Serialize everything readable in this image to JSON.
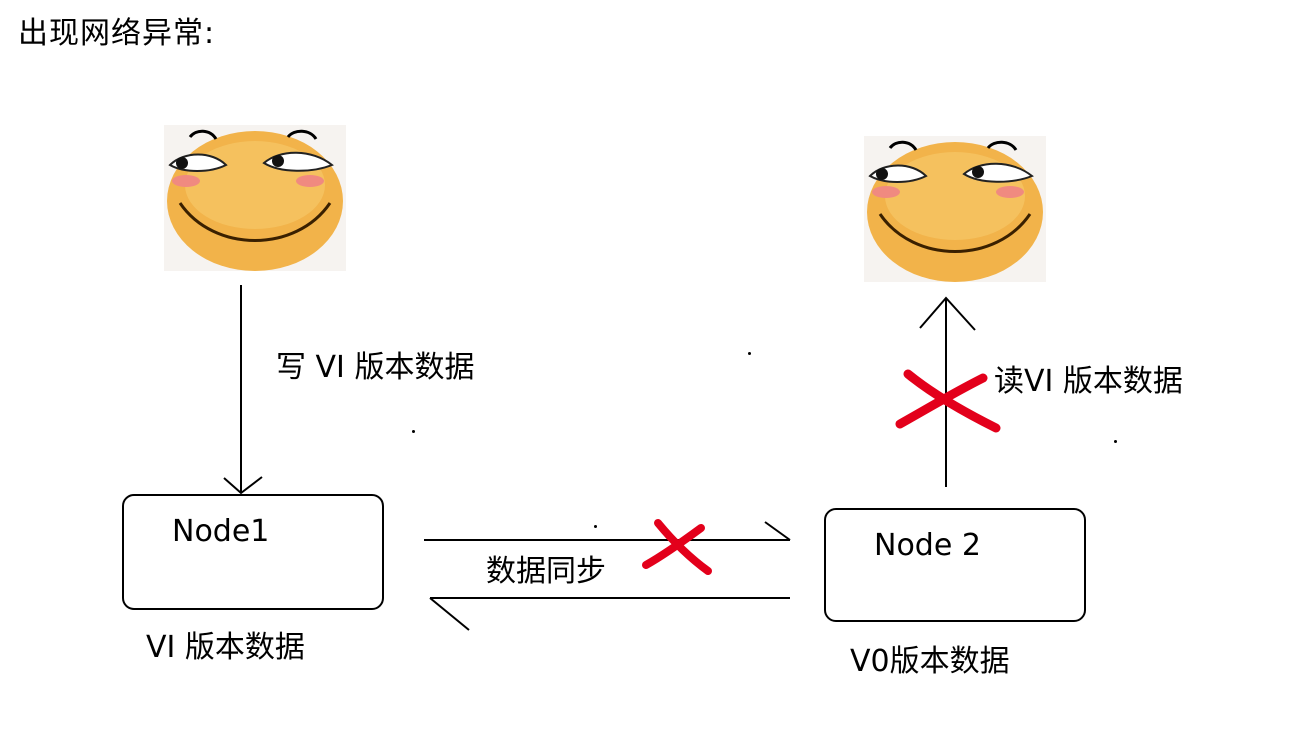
{
  "title": "出现网络异常:",
  "nodes": {
    "node1": {
      "name": "Node1",
      "version_label": "VI 版本数据"
    },
    "node2": {
      "name": "Node 2",
      "version_label": "V0版本数据"
    }
  },
  "edges": {
    "write_label": "写 VI 版本数据",
    "read_label": "读VI 版本数据",
    "sync_label": "数据同步"
  },
  "icons": {
    "writer": "smiley-face-icon",
    "reader": "smiley-face-icon",
    "blocked": "red-x-mark-icon"
  },
  "colors": {
    "face_fill": "#f2b34a",
    "face_shade": "#d98a2b",
    "blush": "#f08a80",
    "cross": "#e3001b",
    "line": "#000000"
  }
}
